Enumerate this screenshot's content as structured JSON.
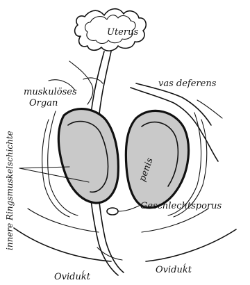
{
  "labels": {
    "uterus": "Uterus",
    "vas_deferens": "vas deferens",
    "muskuloses_line1": "muskulöses",
    "muskuloses_line2": "Organ",
    "penis": "penis",
    "innere_ringmuskelschichte": "innere Ringsmuskelschichte",
    "geschlechtsporus": "Geschlechtsporus",
    "ovidukt_left": "Oviduḱt",
    "ovidukt_right": "Oviduḱt"
  },
  "colors": {
    "ink": "#111111",
    "organ_fill": "#c9c9c9",
    "background": "#ffffff"
  }
}
